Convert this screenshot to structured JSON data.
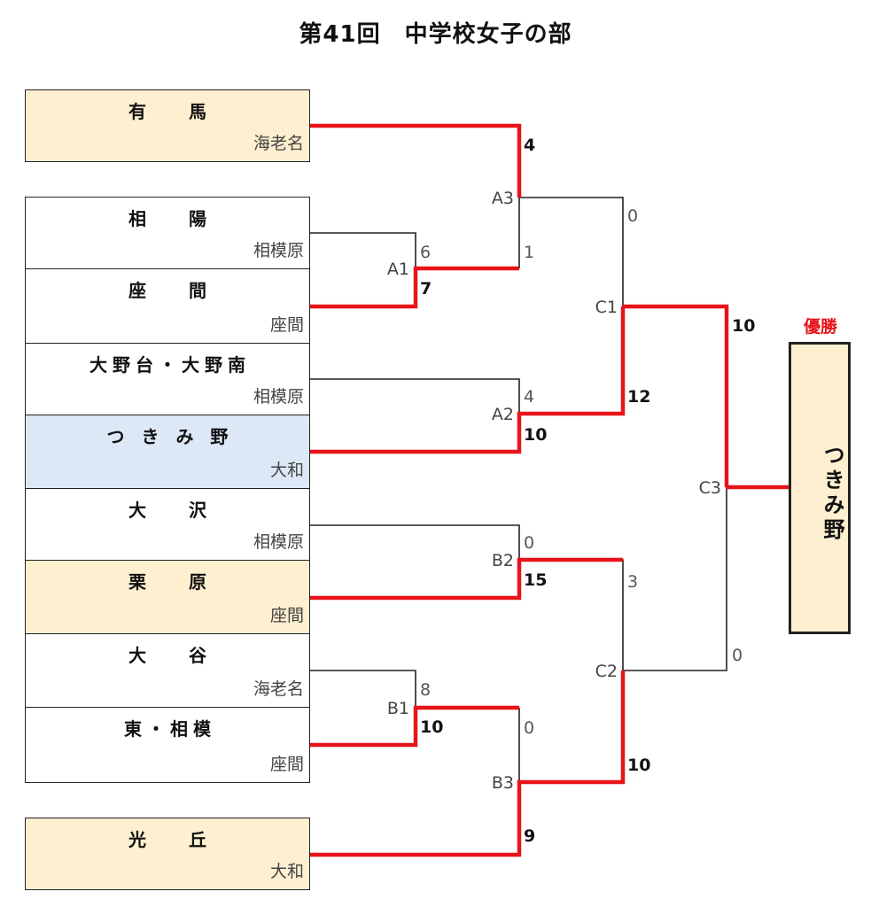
{
  "title": "第41回　中学校女子の部",
  "teams": [
    {
      "name": "有　馬",
      "city": "海老名"
    },
    {
      "name": "相　陽",
      "city": "相模原"
    },
    {
      "name": "座　間",
      "city": "座間"
    },
    {
      "name": "大野台・大野南",
      "city": "相模原"
    },
    {
      "name": "つ き み 野",
      "city": "大和"
    },
    {
      "name": "大　沢",
      "city": "相模原"
    },
    {
      "name": "栗　原",
      "city": "座間"
    },
    {
      "name": "大　谷",
      "city": "海老名"
    },
    {
      "name": "東・相模",
      "city": "座間"
    },
    {
      "name": "光　丘",
      "city": "大和"
    }
  ],
  "matches": {
    "A1": {
      "label": "A1",
      "score_top": "6",
      "score_bottom": "7"
    },
    "A2": {
      "label": "A2",
      "score_top": "4",
      "score_bottom": "10"
    },
    "A3": {
      "label": "A3",
      "score_top": "4",
      "score_bottom": "1"
    },
    "B1": {
      "label": "B1",
      "score_top": "8",
      "score_bottom": "10"
    },
    "B2": {
      "label": "B2",
      "score_top": "0",
      "score_bottom": "15"
    },
    "B3": {
      "label": "B3",
      "score_top": "0",
      "score_bottom": "9"
    },
    "C1": {
      "label": "C1",
      "score_top": "0",
      "score_bottom": "12"
    },
    "C2": {
      "label": "C2",
      "score_top": "3",
      "score_bottom": "10"
    },
    "C3": {
      "label": "C3",
      "score_top": "10",
      "score_bottom": "0"
    }
  },
  "champion": {
    "label": "優勝",
    "name": "つきみ野"
  },
  "colors": {
    "win_line": "#e8141a",
    "loss_line": "#222222",
    "highlight": "#fdefcf",
    "champion_team": "#dce8f5"
  }
}
